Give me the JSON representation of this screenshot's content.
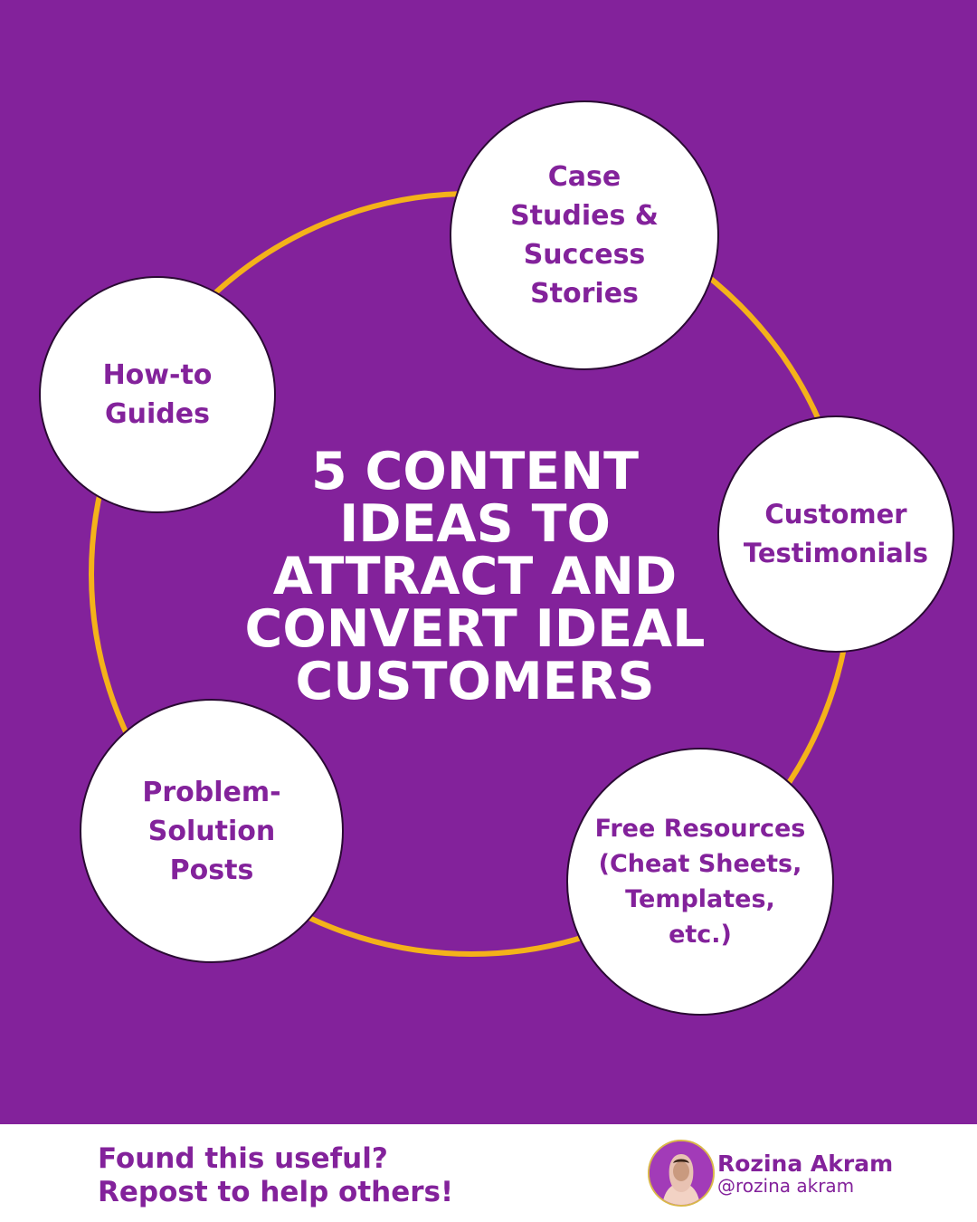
{
  "title": "5 CONTENT\nIDEAS TO\nATTRACT AND\nCONVERT IDEAL\nCUSTOMERS",
  "ideas": [
    {
      "label": "Case\nStudies &\nSuccess\nStories"
    },
    {
      "label": "How-to\nGuides"
    },
    {
      "label": "Customer\nTestimonials"
    },
    {
      "label": "Problem-\nSolution\nPosts"
    },
    {
      "label": "Free Resources\n(Cheat Sheets,\nTemplates,\netc.)"
    }
  ],
  "footer": {
    "cta": "Found this useful?\nRepost to help others!",
    "author_name": "Rozina Akram",
    "author_handle": "@rozina akram"
  },
  "colors": {
    "background": "#83229b",
    "ring": "#f4b21a",
    "node_fill": "#ffffff",
    "text_accent": "#83229b",
    "title_text": "#ffffff"
  }
}
